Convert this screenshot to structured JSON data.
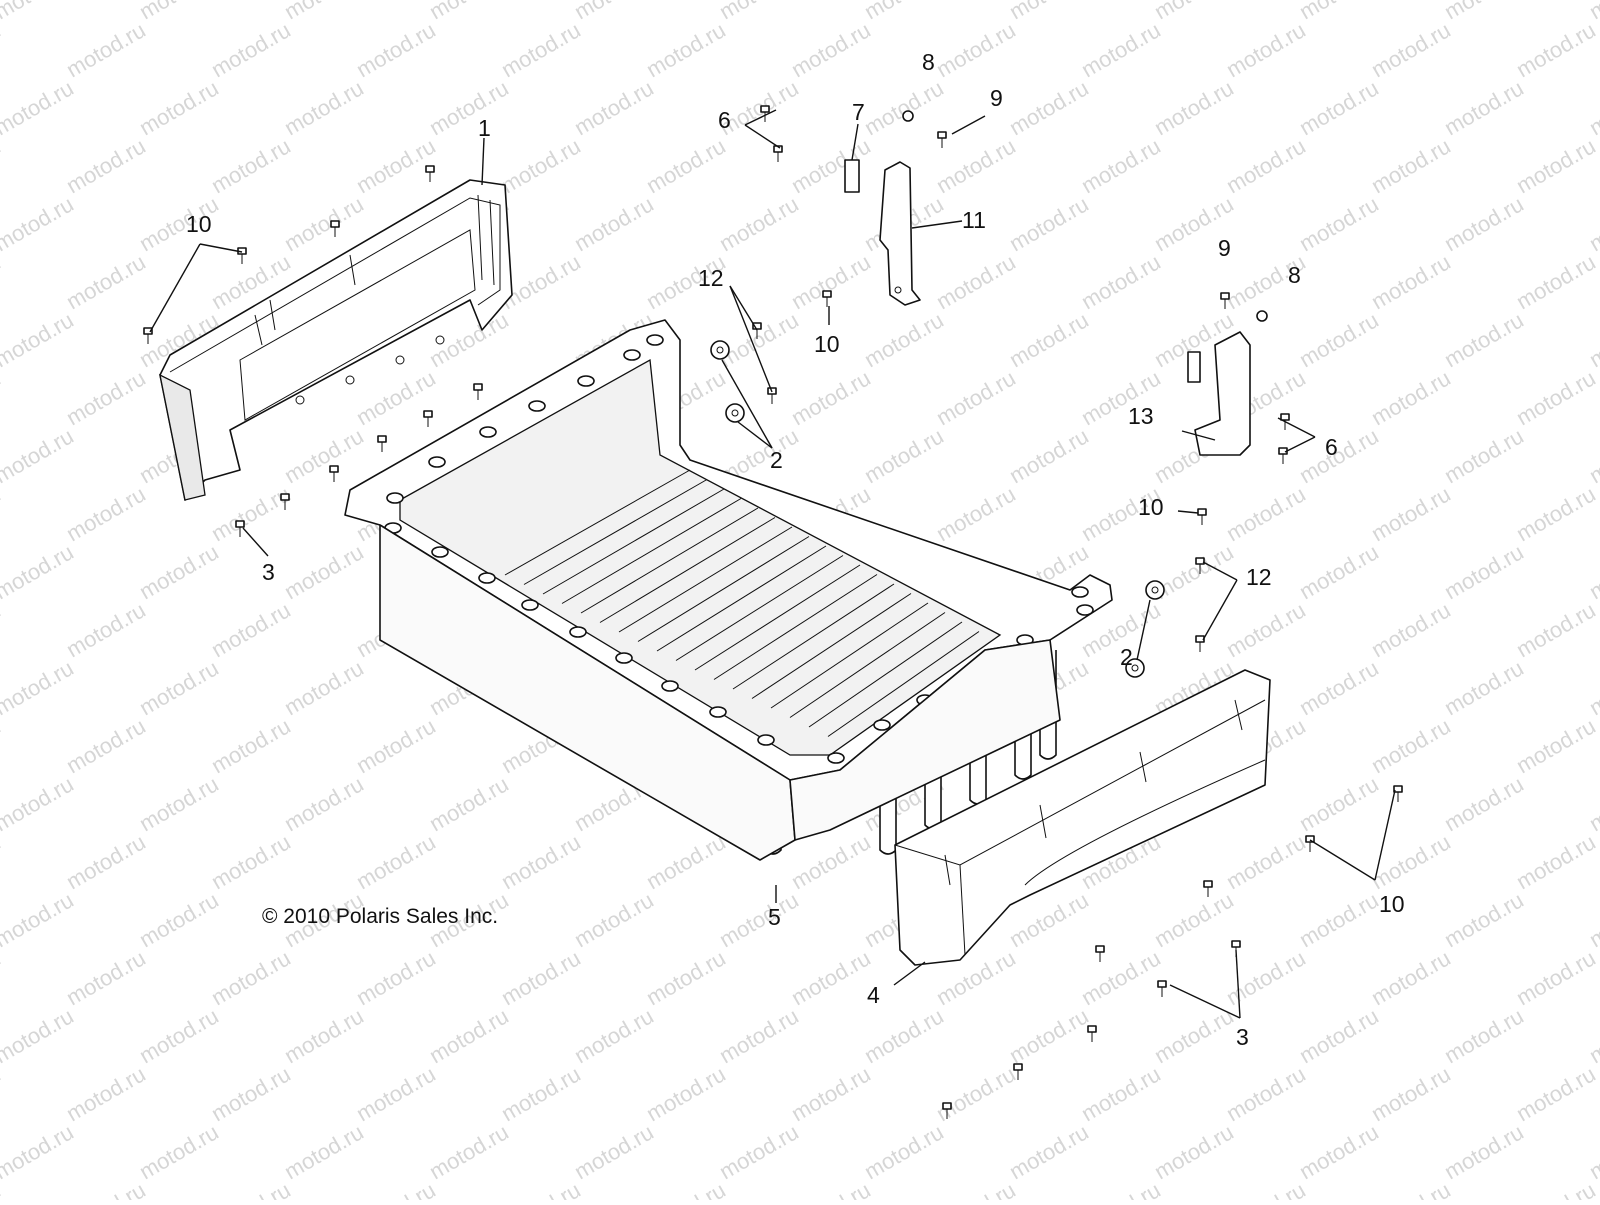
{
  "watermark": {
    "text": "motod.ru"
  },
  "copyright": "© 2010 Polaris Sales Inc.",
  "callouts": {
    "c1": "1",
    "c2a": "2",
    "c2b": "2",
    "c3a": "3",
    "c3b": "3",
    "c4": "4",
    "c5": "5",
    "c6a": "6",
    "c6b": "6",
    "c7": "7",
    "c8a": "8",
    "c8b": "8",
    "c9a": "9",
    "c9b": "9",
    "c10a": "10",
    "c10b": "10",
    "c10c": "10",
    "c10d": "10",
    "c11": "11",
    "c12a": "12",
    "c12b": "12",
    "c13": "13"
  }
}
